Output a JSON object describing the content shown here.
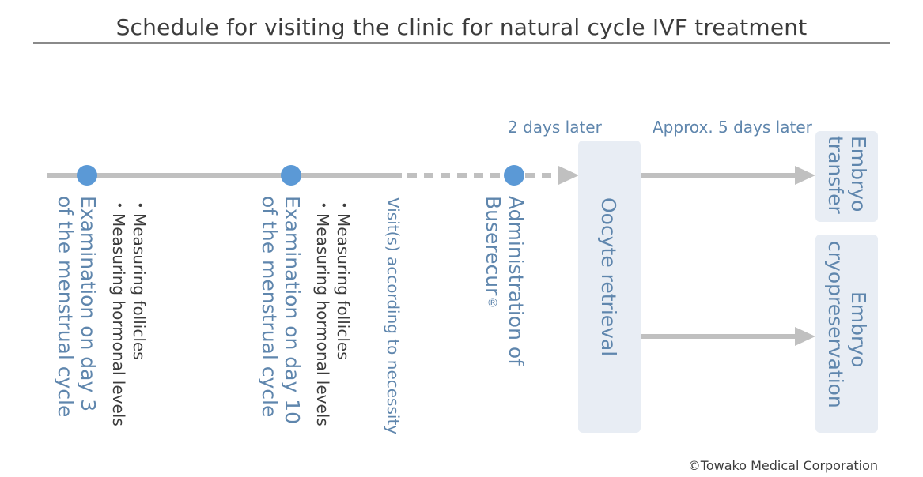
{
  "title": "Schedule for visiting the clinic for natural cycle IVF treatment",
  "top_labels": {
    "two_days": "2 days later",
    "five_days": "Approx. 5 days later"
  },
  "milestones": {
    "day3": {
      "title_line1": "Examination on day 3",
      "title_line2": "of the menstrual cycle",
      "bullet1": "Measuring follicles",
      "bullet2": "Measuring hormonal levels"
    },
    "day10": {
      "title_line1": "Examination on day 10",
      "title_line2": "of the menstrual cycle",
      "bullet1": "Measuring follicles",
      "bullet2": "Measuring hormonal levels"
    },
    "visits": "Visit(s) according to necessity",
    "buserecur": {
      "line1": "Administration of",
      "line2": "Buserecur",
      "mark": "®"
    }
  },
  "boxes": {
    "oocyte": "Oocyte retrieval",
    "transfer_line1": "Embryo",
    "transfer_line2": "transfer",
    "cryo_line1": "Embryo",
    "cryo_line2": "cryopreservation"
  },
  "bullet_symbol": "・",
  "copyright": "©Towako Medical Corporation",
  "colors": {
    "line": "#c0c0c0",
    "dot": "#5b99d6",
    "accent_text": "#5f86ad",
    "box_bg": "#e8edf4"
  }
}
